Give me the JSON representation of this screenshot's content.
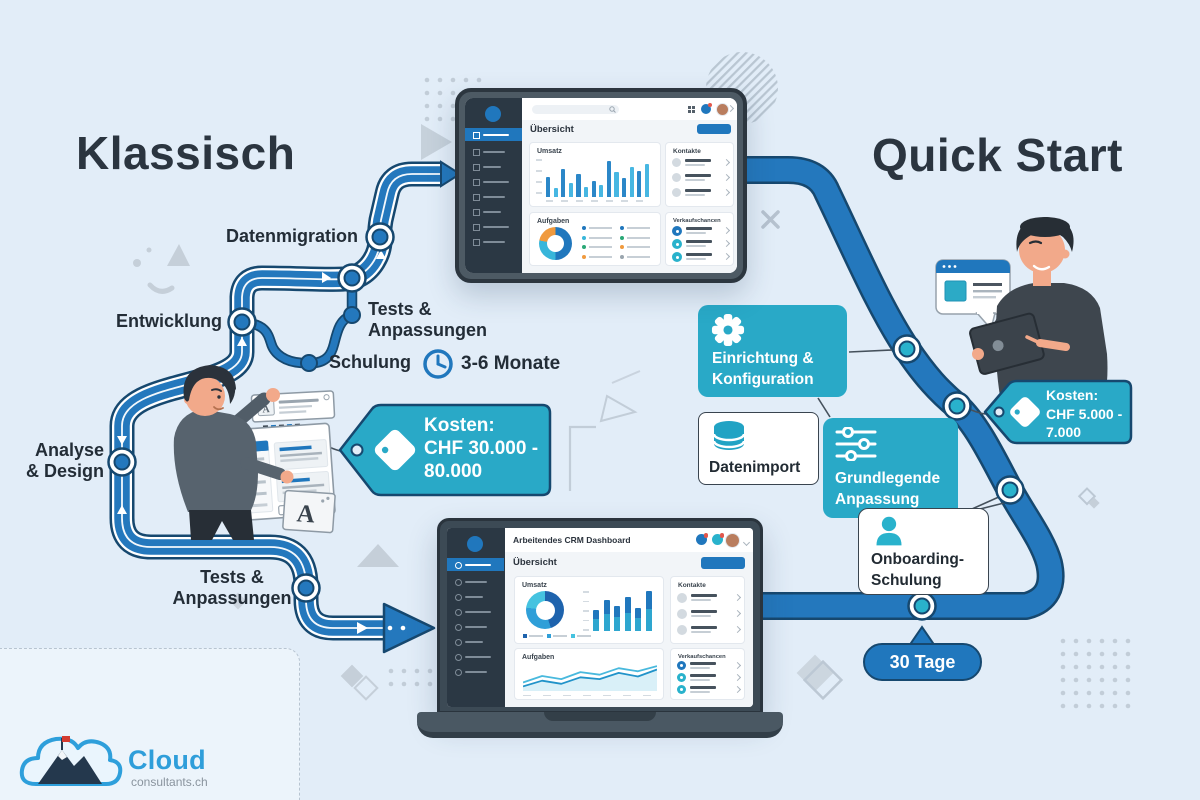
{
  "titles": {
    "left": "Klassisch",
    "right": "Quick Start"
  },
  "colors": {
    "road_blue": "#2478bd",
    "teal": "#29a9c7",
    "accent_blue": "#2077bd",
    "dark_text": "#2b3540",
    "orange": "#f09a3e",
    "background": "#e2edf8"
  },
  "klassisch": {
    "labels": {
      "datenmigration": "Datenmigration",
      "entwicklung": "Entwicklung",
      "tests_mid_1": "Tests &",
      "tests_mid_2": "Anpassungen",
      "schulung": "Schulung",
      "analyse_1": "Analyse",
      "analyse_2": "& Design",
      "tests_bottom_1": "Tests &",
      "tests_bottom_2": "Anpassungen"
    },
    "duration": "3-6 Monate",
    "cost": {
      "l1": "Kosten:",
      "l2": "CHF 30.000 -",
      "l3": "80.000"
    }
  },
  "quickstart": {
    "boxes": {
      "setup_1": "Einrichtung &",
      "setup_2": "Konfiguration",
      "import": "Datenimport",
      "customize_1": "Grundlegende",
      "customize_2": "Anpassung",
      "onboarding_1": "Onboarding-",
      "onboarding_2": "Schulung"
    },
    "duration": "30 Tage",
    "cost": {
      "l1": "Kosten:",
      "l2": "CHF 5.000 -",
      "l3": "7.000"
    }
  },
  "dashboard_top": {
    "heading": "Übersicht",
    "cards": {
      "umsatz": "Umsatz",
      "kontakte": "Kontakte",
      "aufgaben": "Aufgaben",
      "verkaufschancen": "Verkaufschancen"
    },
    "umsatz_bar_heights": [
      14,
      6,
      19,
      10,
      16,
      7,
      11,
      8,
      25,
      17,
      13,
      21,
      18,
      23
    ],
    "aufgaben_donut": [
      {
        "color": "#2077bd",
        "value": 50
      },
      {
        "color": "#38b6da",
        "value": 28
      },
      {
        "color": "#f09a3e",
        "value": 22
      }
    ]
  },
  "dashboard_bottom": {
    "window_title": "Arbeitendes CRM Dashboard",
    "heading": "Übersicht",
    "cards": {
      "umsatz": "Umsatz",
      "kontakte": "Kontakte",
      "aufgaben": "Aufgaben",
      "verkaufschancen": "Verkaufschancen"
    },
    "umsatz_donut": [
      {
        "color": "#1e63ad",
        "value": 45
      },
      {
        "color": "#2f9fd8",
        "value": 32
      },
      {
        "color": "#45c3e0",
        "value": 23
      }
    ],
    "umsatz_bar_stacks": [
      [
        9,
        7
      ],
      [
        13,
        11
      ],
      [
        11,
        8
      ],
      [
        14,
        12
      ],
      [
        10,
        8
      ],
      [
        17,
        14
      ]
    ],
    "aufgaben_line_a": [
      0.75,
      0.5,
      0.62,
      0.35,
      0.45,
      0.2,
      0.32,
      0.12
    ],
    "aufgaben_line_b": [
      0.9,
      0.68,
      0.8,
      0.55,
      0.62,
      0.38,
      0.52,
      0.25
    ]
  },
  "logo": {
    "name": "Cloud",
    "domain": "consultants.ch"
  },
  "illustration": {
    "board_letter": "A"
  }
}
